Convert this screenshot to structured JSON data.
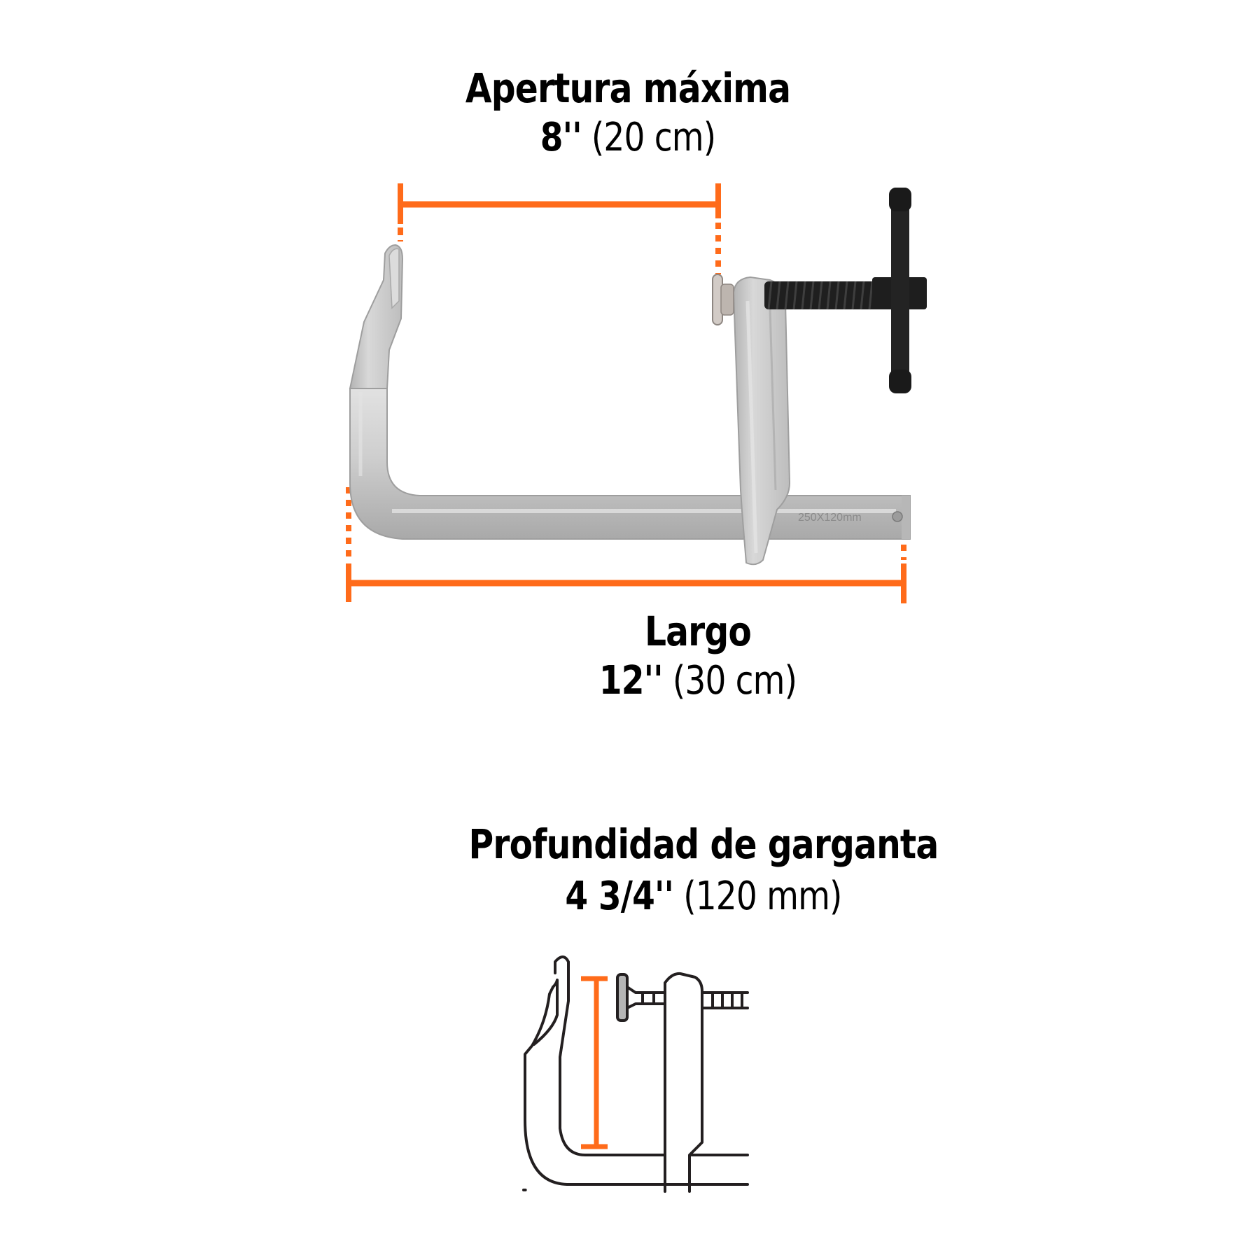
{
  "colors": {
    "accent": "#FF6B1A",
    "text": "#000000",
    "steel": "#C9C9C9",
    "steel_dark": "#9A9A9A",
    "screw": "#1E1E1E",
    "line_art": "#231F20",
    "pad_fill": "#B5B5B5",
    "background": "#FFFFFF"
  },
  "dimensions": {
    "apertura": {
      "title": "Apertura máxima",
      "value_strong": "8''",
      "value_rest": " (20 cm)"
    },
    "largo": {
      "title": "Largo",
      "value_strong": "12''",
      "value_rest": " (30 cm)"
    },
    "garganta": {
      "title": "Profundidad de garganta",
      "value_strong": "4 3/4''",
      "value_rest": " (120 mm)"
    }
  },
  "product": {
    "bar_marking": "250X120mm",
    "name": "clamp-photo"
  }
}
